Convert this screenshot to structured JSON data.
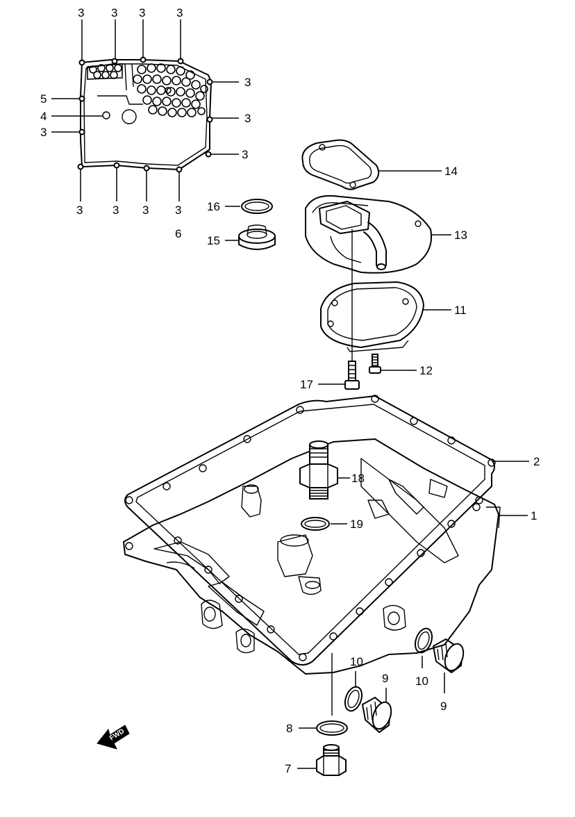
{
  "diagram": {
    "callouts": {
      "c1": "1",
      "c2": "2",
      "c3": "3",
      "c4": "4",
      "c5": "5",
      "c6": "6",
      "c7": "7",
      "c8": "8",
      "c9": "9",
      "c10": "10",
      "c11": "11",
      "c12": "12",
      "c13": "13",
      "c14": "14",
      "c15": "15",
      "c16": "16",
      "c17": "17",
      "c18": "18",
      "c19": "19"
    },
    "fwd_label": "FWD"
  }
}
